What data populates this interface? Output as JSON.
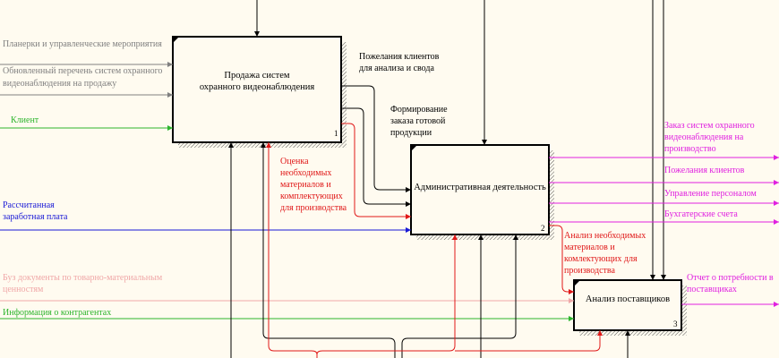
{
  "colors": {
    "background": "#fffbf0",
    "black": "#000000",
    "gray": "#808080",
    "green": "#2db52d",
    "blue": "#1a1ad6",
    "red": "#e01818",
    "pink": "#f0a8a8",
    "magenta": "#e020e0"
  },
  "boxes": {
    "sales": {
      "title_line1": "Продажа систем",
      "title_line2": "охранного видеонаблюдения",
      "number": "1"
    },
    "admin": {
      "title": "Административная деятельность",
      "number": "2"
    },
    "suppliers": {
      "title": "Анализ поставщиков",
      "number": "3"
    }
  },
  "inputs": {
    "meetings": "Планерки и управленческие мероприятия",
    "updated_list_line1": "Обновленный перечень систем охранного",
    "updated_list_line2": "видеонаблюдения на продажу",
    "client": "Клиент",
    "salary_line1": "Рассчитанная",
    "salary_line2": "заработная плата",
    "docs_line1": "Буз документы по товарно-материальным",
    "docs_line2": "ценностям",
    "contractor_info": "Информация о контрагентах"
  },
  "internal": {
    "wishes_line1": "Пожелания клиентов",
    "wishes_line2": "для анализа и свода",
    "order_line1": "Формирование",
    "order_line2": "заказа готовой",
    "order_line3": "продукции",
    "estimate_line1": "Оценка",
    "estimate_line2": "необходимых",
    "estimate_line3": "материалов и",
    "estimate_line4": "комплектующих",
    "estimate_line5": "для производства",
    "analysis_line1": "Анализ необходимых",
    "analysis_line2": "материалов и",
    "analysis_line3": "комлектующих для",
    "analysis_line4": "производства"
  },
  "outputs": {
    "order_line1": "Заказ систем охранного",
    "order_line2": "видеонаблюдения на",
    "order_line3": "производство",
    "client_wishes": "Пожелания клиентов",
    "staff_management": "Управление персоналом",
    "accounts": "Бухгатерские счета",
    "report_line1": "Отчет о потребности в",
    "report_line2": "поставщиках"
  }
}
